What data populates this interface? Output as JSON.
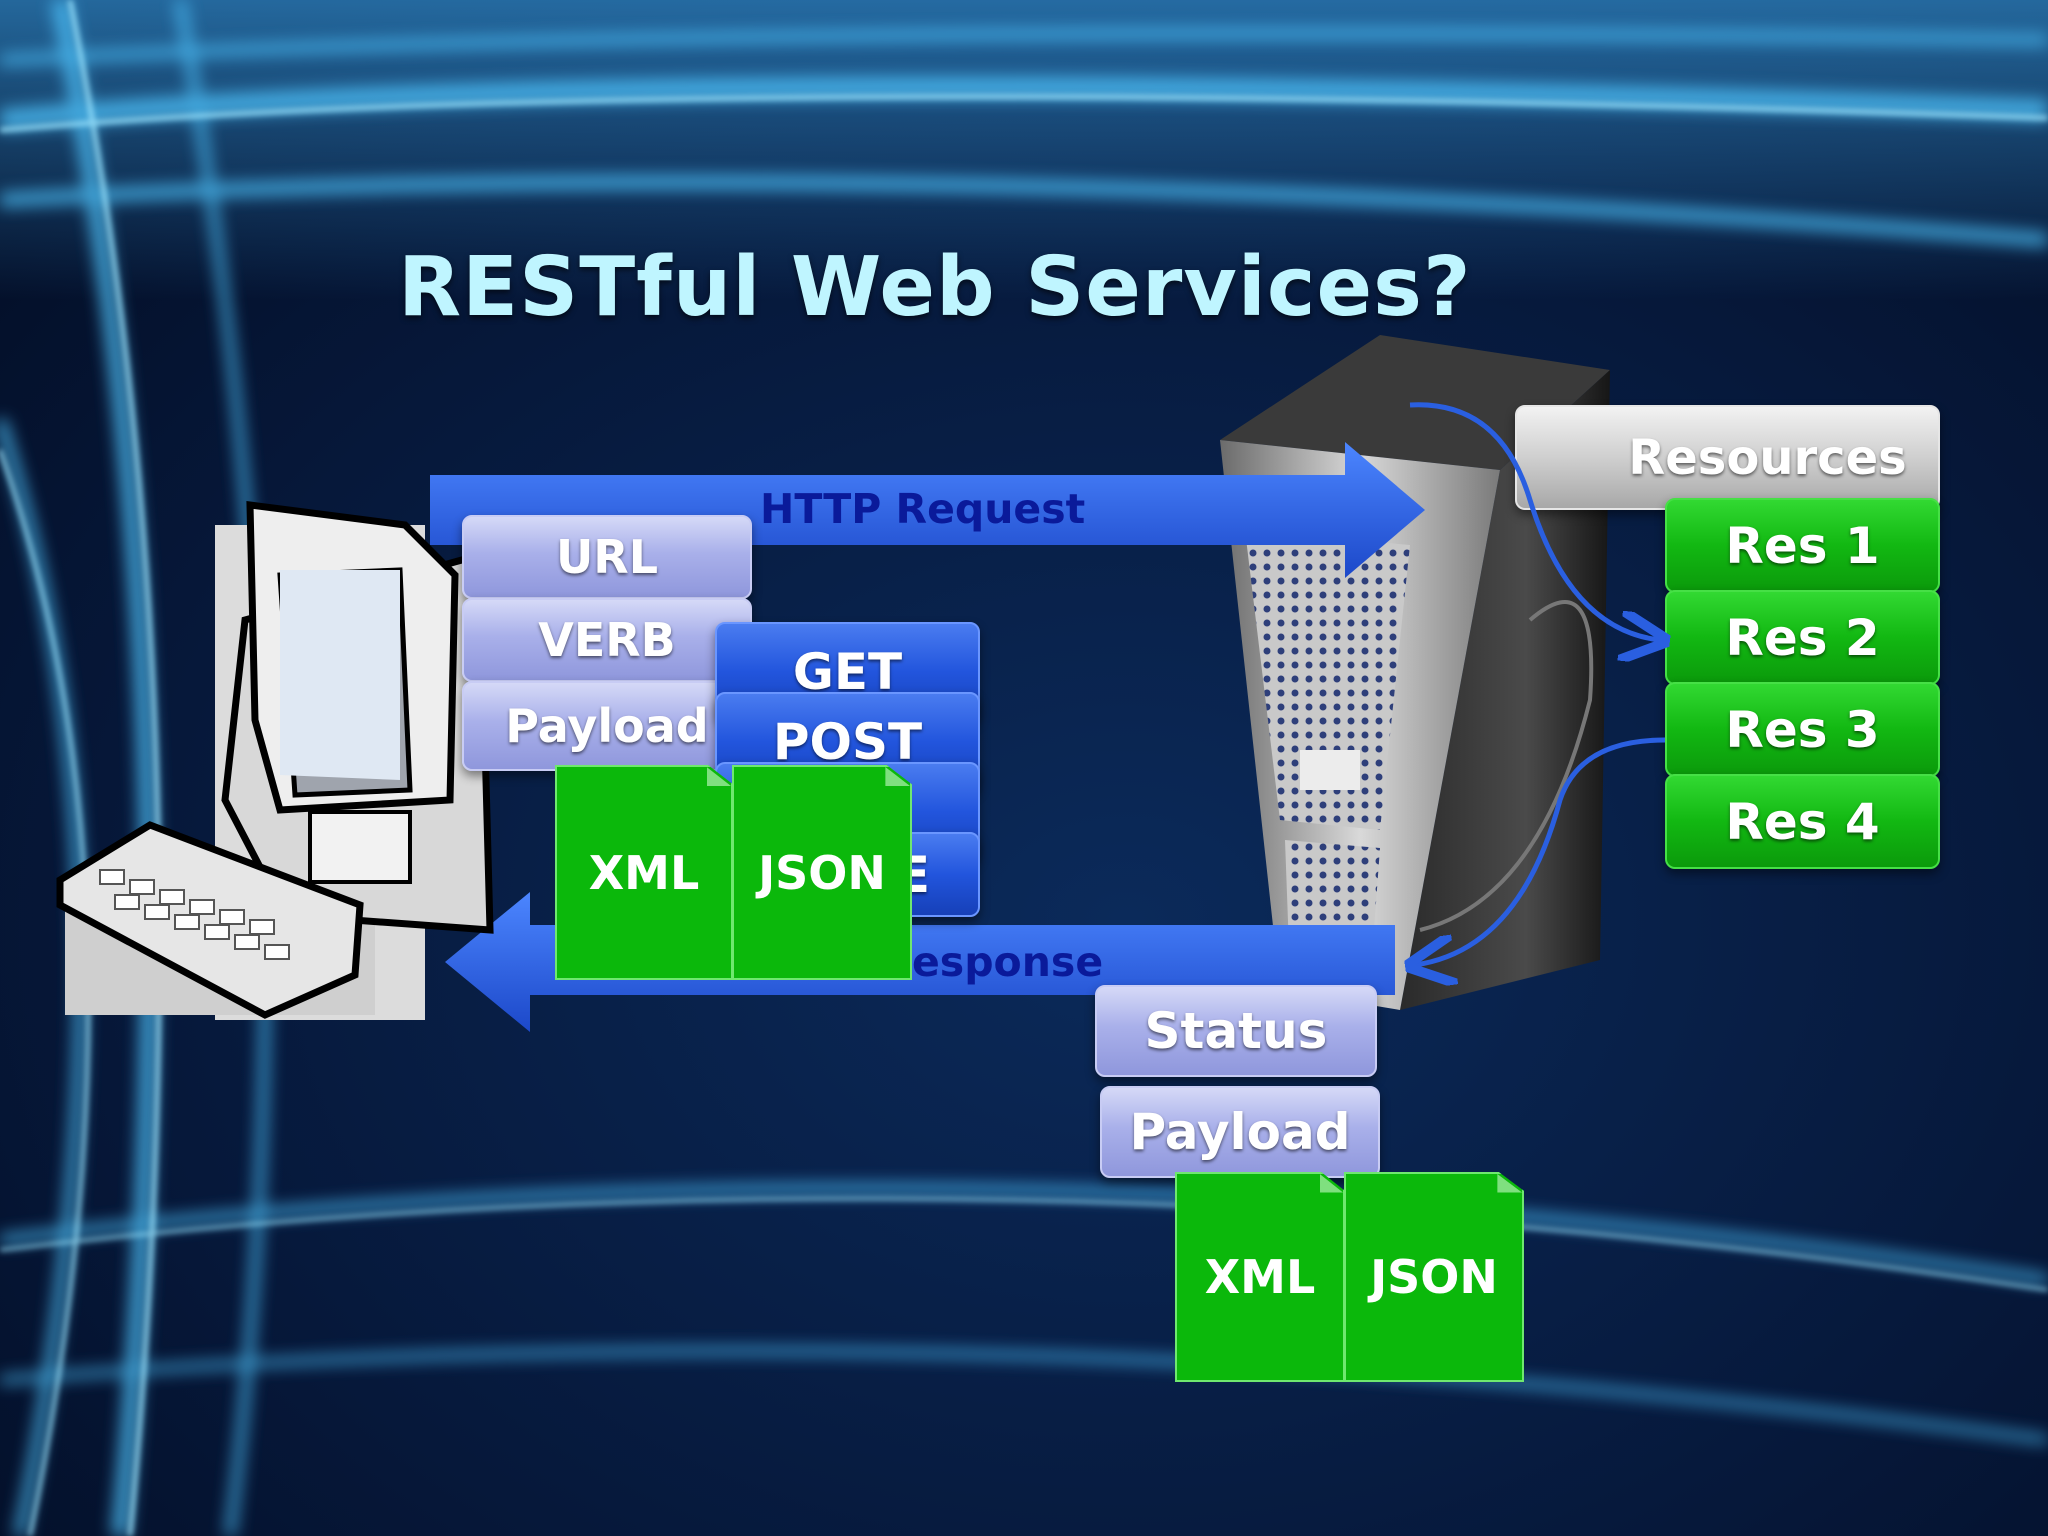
{
  "title": "RESTful Web Services?",
  "request": {
    "label": "HTTP Request",
    "parts": [
      "URL",
      "VERB",
      "Payload"
    ],
    "verbs": [
      "GET",
      "POST",
      "",
      "E"
    ],
    "formats": [
      "XML",
      "JSON"
    ]
  },
  "response": {
    "label": "esponse",
    "parts": [
      "Status",
      "Payload"
    ],
    "formats": [
      "XML",
      "JSON"
    ]
  },
  "server": {
    "resources_header": "Resources",
    "resources": [
      "Res 1",
      "Res 2",
      "Res 3",
      "Res 4"
    ]
  },
  "colors": {
    "background": "#051633",
    "title": "#bff5ff",
    "arrow": "#2a5fe0",
    "arrow_label": "#0a1a9a",
    "resource_green": "#12b812",
    "doc_green": "#0bb80b"
  },
  "icons": [
    "desktop-computer-icon",
    "server-tower-icon"
  ]
}
